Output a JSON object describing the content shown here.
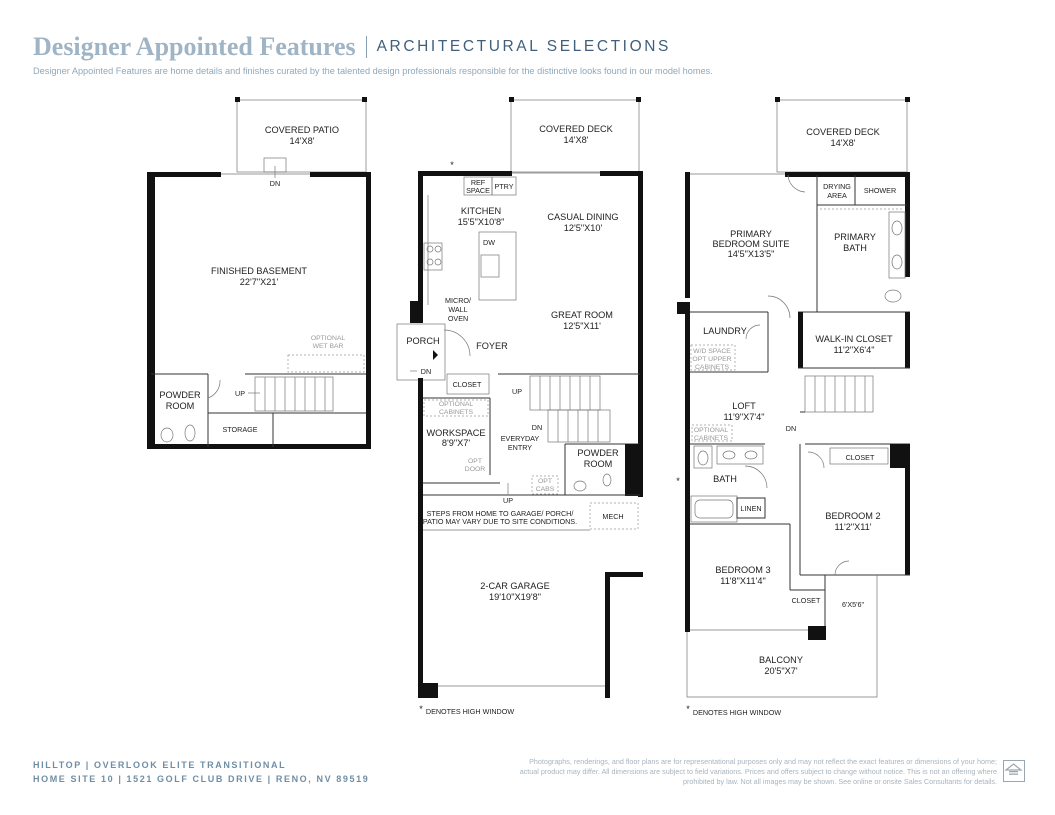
{
  "header": {
    "title": "Designer Appointed Features",
    "subtitle": "ARCHITECTURAL SELECTIONS",
    "intro": "Designer Appointed Features are home details and finishes curated by the talented design professionals responsible for the distinctive looks found in our model homes."
  },
  "basement": {
    "covered_patio": "COVERED PATIO",
    "covered_patio_size": "14'X8'",
    "dn": "DN",
    "finished_basement": "FINISHED BASEMENT",
    "finished_basement_size": "22'7\"X21'",
    "optional_wet_bar_1": "OPTIONAL",
    "optional_wet_bar_2": "WET BAR",
    "powder_room_1": "POWDER",
    "powder_room_2": "ROOM",
    "up": "UP",
    "storage": "STORAGE"
  },
  "main": {
    "covered_deck": "COVERED DECK",
    "covered_deck_size": "14'X8'",
    "ref_space_1": "REF",
    "ref_space_2": "SPACE",
    "ptry": "PTRY",
    "kitchen": "KITCHEN",
    "kitchen_size": "15'5\"X10'8\"",
    "casual_dining": "CASUAL DINING",
    "casual_dining_size": "12'5\"X10'",
    "dw": "DW",
    "micro_1": "MICRO/",
    "micro_2": "WALL",
    "micro_3": "OVEN",
    "great_room": "GREAT ROOM",
    "great_room_size": "12'5\"X11'",
    "porch": "PORCH",
    "foyer": "FOYER",
    "dn": "DN",
    "closet": "CLOSET",
    "up": "UP",
    "dn2": "DN",
    "optional_cabinets_1": "OPTIONAL",
    "optional_cabinets_2": "CABINETS",
    "workspace": "WORKSPACE",
    "workspace_size": "8'9\"X7'",
    "everyday_entry_1": "EVERYDAY",
    "everyday_entry_2": "ENTRY",
    "opt_door_1": "OPT",
    "opt_door_2": "DOOR",
    "opt_cabs_1": "OPT",
    "opt_cabs_2": "CABS",
    "powder_room_1": "POWDER",
    "powder_room_2": "ROOM",
    "up2": "UP",
    "steps_note_1": "STEPS FROM HOME TO GARAGE/ PORCH/",
    "steps_note_2": "PATIO MAY VARY DUE TO SITE CONDITIONS.",
    "mech": "MECH",
    "garage": "2-CAR GARAGE",
    "garage_size": "19'10\"X19'8\"",
    "high_window_note": "DENOTES HIGH WINDOW",
    "asterisk": "*"
  },
  "upper": {
    "covered_deck": "COVERED DECK",
    "covered_deck_size": "14'X8'",
    "drying_area_1": "DRYING",
    "drying_area_2": "AREA",
    "shower": "SHOWER",
    "primary_suite_1": "PRIMARY",
    "primary_suite_2": "BEDROOM SUITE",
    "primary_suite_size": "14'5\"X13'5\"",
    "primary_bath_1": "PRIMARY",
    "primary_bath_2": "BATH",
    "laundry": "LAUNDRY",
    "wd_space": "W/D SPACE",
    "opt_upper_1": "OPT UPPER",
    "opt_upper_2": "CABINETS",
    "walk_in_closet": "WALK-IN CLOSET",
    "walk_in_closet_size": "11'2\"X6'4\"",
    "loft": "LOFT",
    "loft_size": "11'9\"X7'4\"",
    "optional_cabinets_1": "OPTIONAL",
    "optional_cabinets_2": "CABINETS",
    "dn": "DN",
    "closet": "CLOSET",
    "bath": "BATH",
    "linen": "LINEN",
    "bedroom2": "BEDROOM 2",
    "bedroom2_size": "11'2\"X11'",
    "bedroom3": "BEDROOM 3",
    "bedroom3_size": "11'8\"X11'4\"",
    "closet2": "CLOSET",
    "nook_size": "6'X5'6\"",
    "balcony": "BALCONY",
    "balcony_size": "20'5\"X7'",
    "high_window_note": "DENOTES HIGH WINDOW",
    "asterisk": "*"
  },
  "footer": {
    "line1": "HILLTOP  |  OVERLOOK ELITE TRANSITIONAL",
    "line2": "HOME SITE 10  |  1521 GOLF CLUB DRIVE  |  RENO, NV 89519",
    "disclaimer": "Photographs, renderings, and floor plans are for representational purposes only and may not reflect the exact features or dimensions of your home; actual product may differ. All dimensions are subject to field variations. Prices and offers subject to change without notice. This is not an offering where prohibited by law. Not all images may be shown. See online or onsite Sales Consultants for details."
  },
  "icons": {
    "equal_housing": "equal-housing-icon"
  }
}
